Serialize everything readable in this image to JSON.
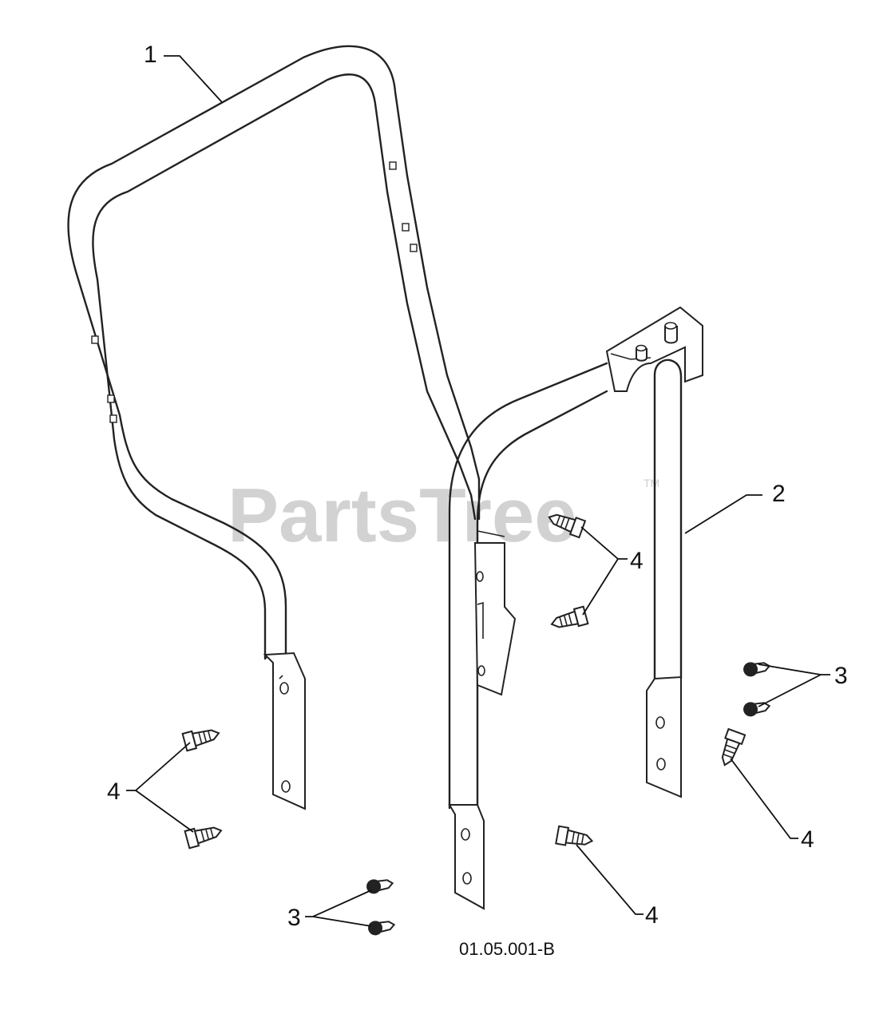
{
  "watermark": {
    "text": "PartsTree",
    "trademark": "TM"
  },
  "callouts": {
    "part_1": "1",
    "part_2": "2",
    "part_3_right": "3",
    "part_3_bottom": "3",
    "part_4_center": "4",
    "part_4_left": "4",
    "part_4_right": "4",
    "part_4_bottom": "4"
  },
  "drawing_number": "01.05.001-B"
}
